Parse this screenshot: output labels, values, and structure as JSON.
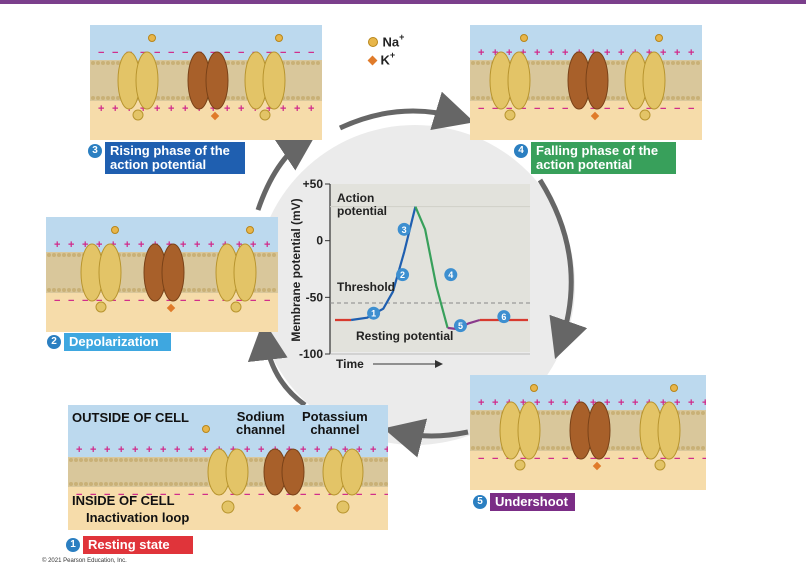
{
  "legend": {
    "na_label": "Na",
    "na_sup": "+",
    "k_label": "K",
    "k_sup": "+"
  },
  "colors": {
    "na": "#e8b64a",
    "k": "#e07b2a",
    "sodium_channel": "#e3c467",
    "potassium_channel": "#a8602a",
    "outside": "#bcd9ee",
    "inside": "#f6dcaa",
    "membrane": "#d9c79b",
    "stage1": "#e0343a",
    "stage2": "#3ea7e0",
    "stage3": "#1f5fb0",
    "stage4": "#38a05b",
    "stage5": "#7b2d86",
    "resting_line": "#d83a2e",
    "rise_line": "#1f5fb0",
    "fall_line": "#38a05b",
    "undershoot_line": "#8a3a8c"
  },
  "stages": {
    "s1": {
      "num": "1",
      "text": "Resting state"
    },
    "s2": {
      "num": "2",
      "text": "Depolarization"
    },
    "s3": {
      "num": "3",
      "line1": "Rising phase of the",
      "line2": "action potential"
    },
    "s4": {
      "num": "4",
      "line1": "Falling phase of the",
      "line2": "action potential"
    },
    "s5": {
      "num": "5",
      "text": "Undershoot"
    }
  },
  "cell_labels": {
    "outside": "OUTSIDE OF CELL",
    "inside": "INSIDE OF CELL",
    "sodium1": "Sodium",
    "sodium2": "channel",
    "potassium1": "Potassium",
    "potassium2": "channel",
    "inactivation": "Inactivation loop"
  },
  "chart_data": {
    "type": "line",
    "ylabel": "Membrane potential (mV)",
    "xlabel": "Time",
    "yticks": [
      "+50",
      "0",
      "-50",
      "-100"
    ],
    "ylim": [
      -100,
      50
    ],
    "threshold": -55,
    "resting": -70,
    "annotations": {
      "action_potential_1": "Action",
      "action_potential_2": "potential",
      "threshold": "Threshold",
      "resting_potential": "Resting potential"
    },
    "phase_markers": [
      "1",
      "2",
      "3",
      "4",
      "5",
      "6"
    ],
    "trace": [
      {
        "t": 0,
        "v": -70
      },
      {
        "t": 1,
        "v": -70
      },
      {
        "t": 2,
        "v": -68
      },
      {
        "t": 3,
        "v": -60
      },
      {
        "t": 3.6,
        "v": -45
      },
      {
        "t": 4.3,
        "v": -10
      },
      {
        "t": 5,
        "v": 30
      },
      {
        "t": 5.6,
        "v": 10
      },
      {
        "t": 6.3,
        "v": -40
      },
      {
        "t": 7,
        "v": -77
      },
      {
        "t": 7.6,
        "v": -78
      },
      {
        "t": 8.3,
        "v": -73
      },
      {
        "t": 9,
        "v": -70
      },
      {
        "t": 12,
        "v": -70
      }
    ]
  },
  "copyright": "© 2021 Pearson Education, Inc."
}
